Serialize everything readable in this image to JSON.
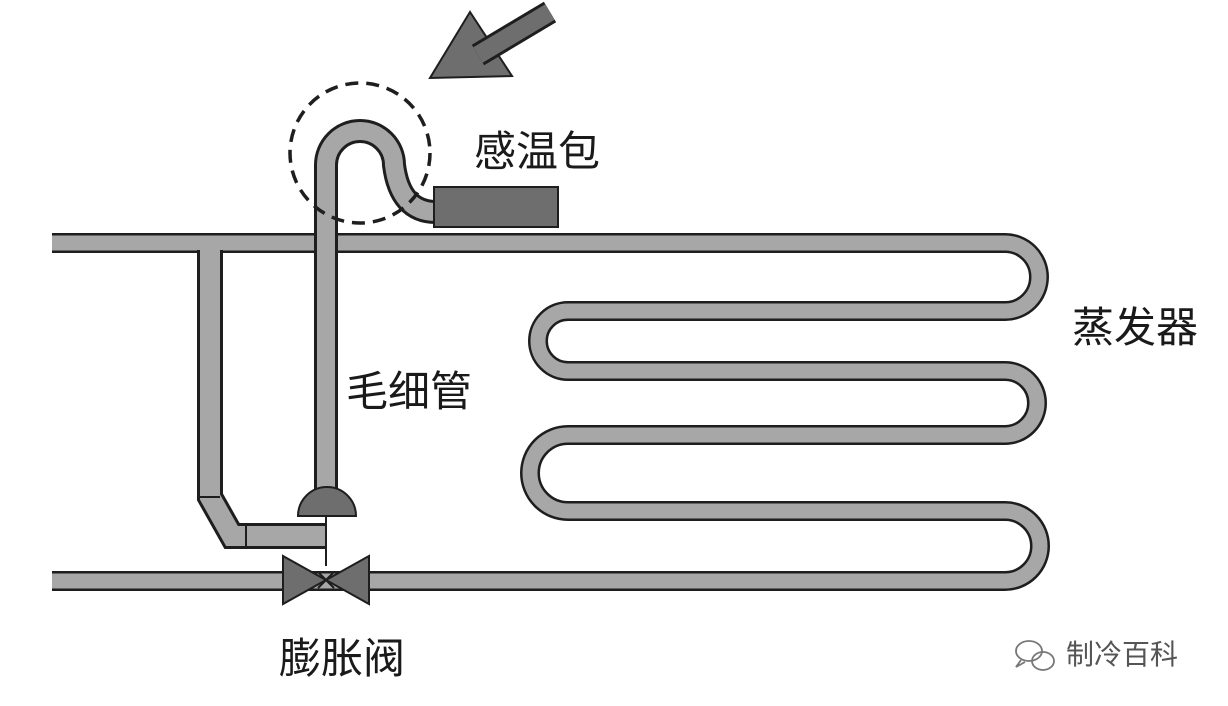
{
  "labels": {
    "bulb": "感温包",
    "evaporator": "蒸发器",
    "capillary": "毛细管",
    "valve": "膨胀阀"
  },
  "watermark": {
    "text": "制冷百科",
    "icon": "wechat-logo-icon"
  },
  "colors": {
    "pipe_fill": "#a7a7a7",
    "pipe_outline": "#1e1e1e",
    "bulb_fill": "#6e6e6e",
    "valve_fill": "#6e6e6e",
    "arrow_fill": "#6e6e6e",
    "background": "#ffffff"
  }
}
